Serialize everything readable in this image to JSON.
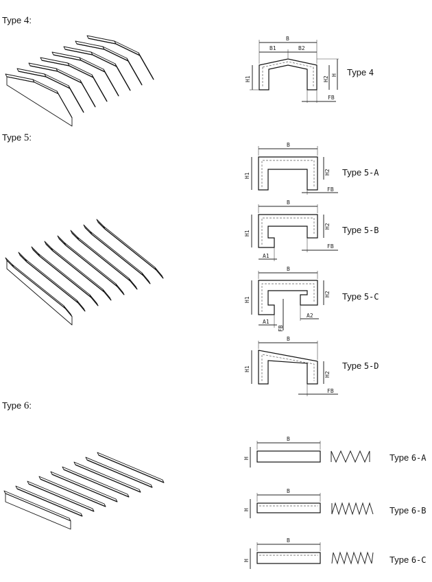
{
  "headings": {
    "t4": {
      "word": "Type",
      "num": "4",
      "colon": ":"
    },
    "t5": {
      "word": "Type",
      "num": "5",
      "colon": ":"
    },
    "t6": {
      "word": "Type",
      "num": "6",
      "colon": ":"
    }
  },
  "labels": {
    "t4": {
      "word": "Type",
      "code": "4"
    },
    "t5a": {
      "word": "Type",
      "code": "5-A"
    },
    "t5b": {
      "word": "Type",
      "code": "5-B"
    },
    "t5c": {
      "word": "Type",
      "code": "5-C"
    },
    "t5d": {
      "word": "Type",
      "code": "5-D"
    },
    "t6a": {
      "word": "Type",
      "code": "6-A"
    },
    "t6b": {
      "word": "Type",
      "code": "6-B"
    },
    "t6c": {
      "word": "Type",
      "code": "6-C"
    }
  },
  "dims": {
    "B": "B",
    "B1": "B1",
    "B2": "B2",
    "H": "H",
    "H1": "H1",
    "H2": "H2",
    "FB": "FB",
    "A1": "A1",
    "A2": "A2"
  }
}
